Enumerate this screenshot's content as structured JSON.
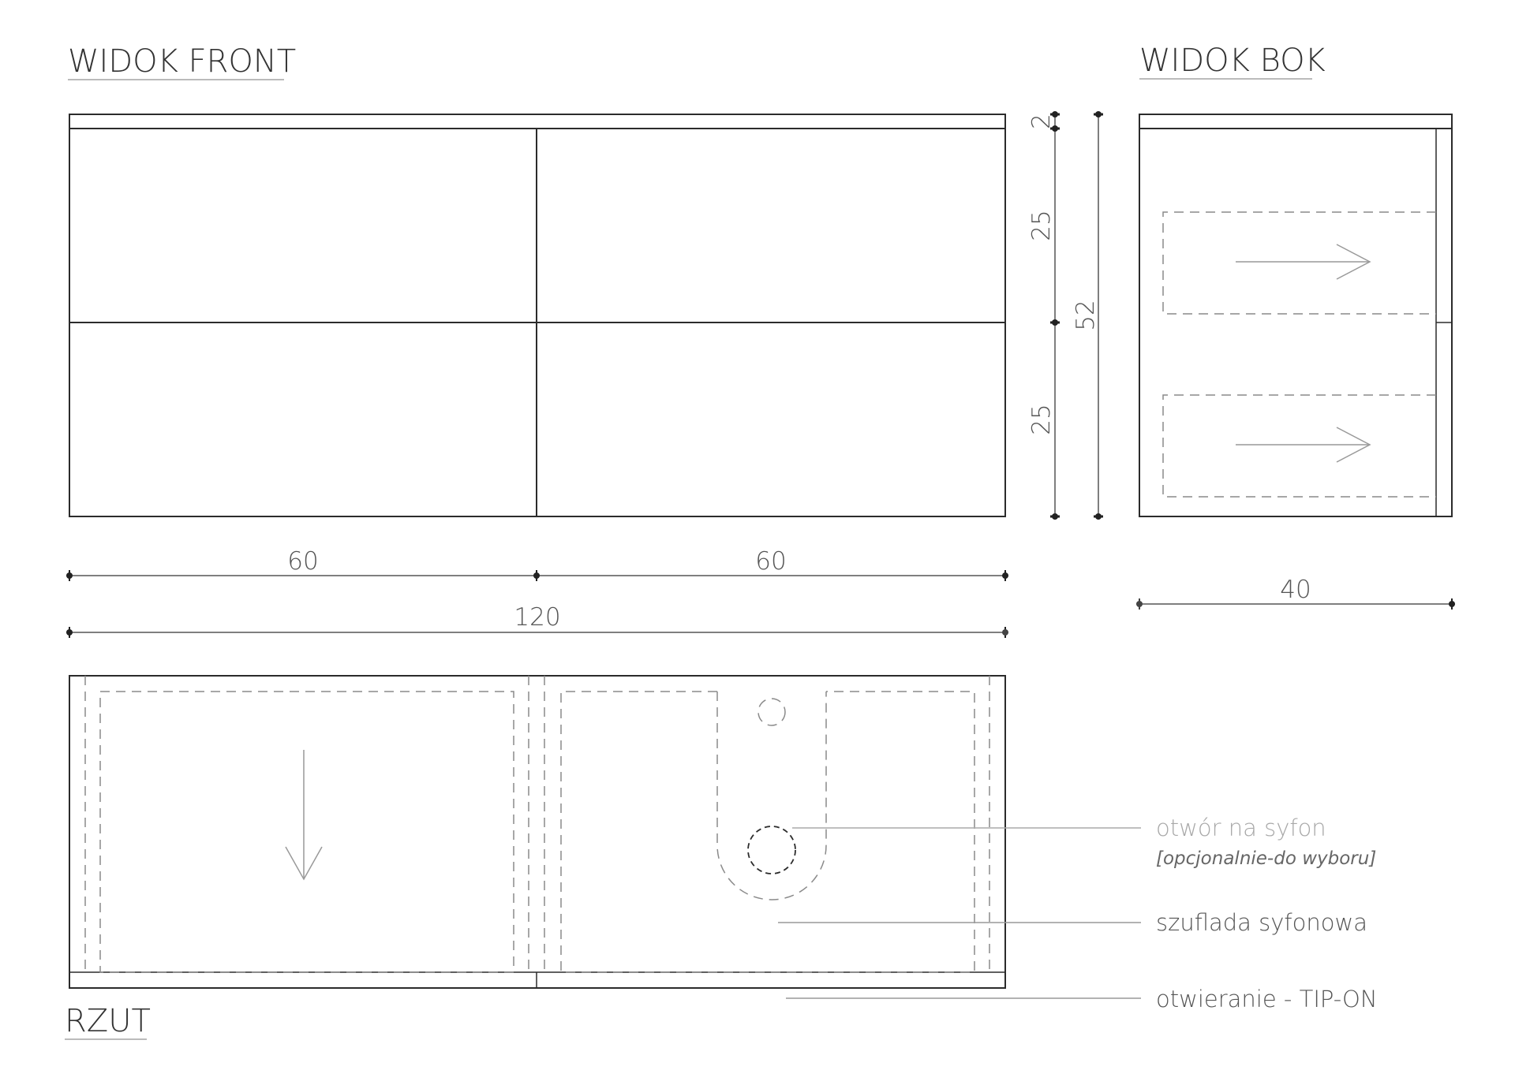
{
  "titles": {
    "front": "WIDOK FRONT",
    "side": "WIDOK BOK",
    "plan": "RZUT"
  },
  "dimensions": {
    "top_thickness": "2",
    "drawer_upper": "25",
    "drawer_lower": "25",
    "total_height": "52",
    "width_left": "60",
    "width_right": "60",
    "total_width": "120",
    "depth": "40"
  },
  "annotations": {
    "siphon_hole": "otwór na syfon",
    "siphon_hole_note": "[opcjonalnie-do wyboru]",
    "siphon_drawer": "szuflada syfonowa",
    "opening": "otwieranie - TIP-ON"
  },
  "colors": {
    "line": "#2b2b2b",
    "dim_line": "#555555",
    "dash": "#8a8a8a",
    "leader": "#9a9a9a"
  }
}
